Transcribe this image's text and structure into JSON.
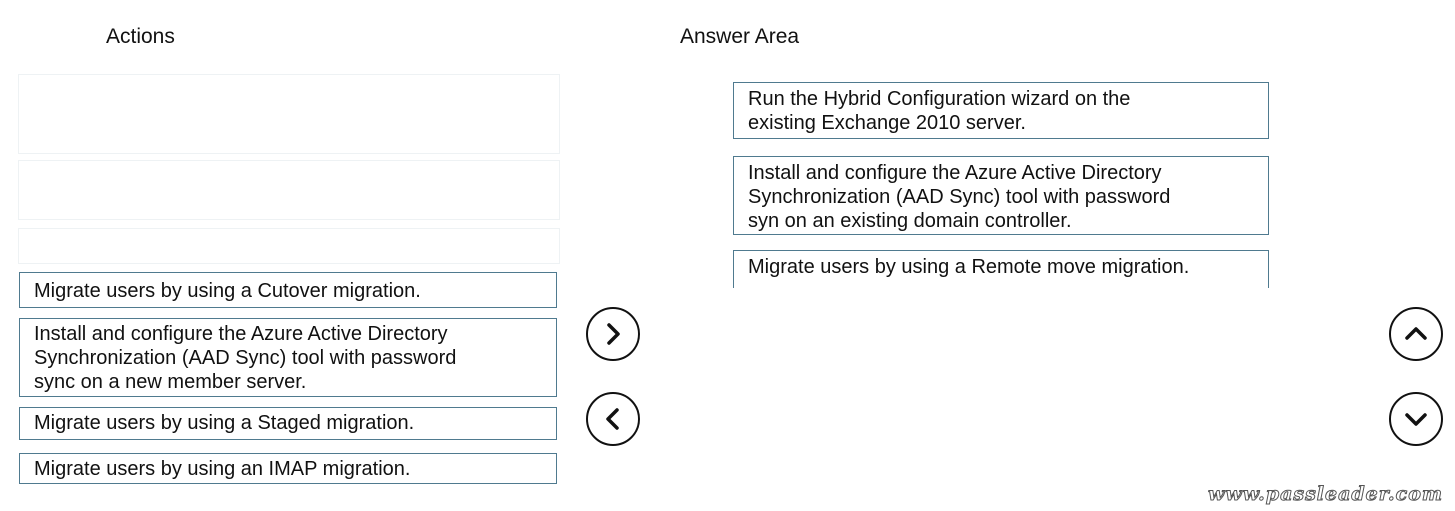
{
  "actions": {
    "heading": "Actions",
    "items": [
      {
        "lines": [
          "Migrate users by using a Cutover migration."
        ]
      },
      {
        "lines": [
          "Install and configure the Azure Active Directory",
          "Synchronization (AAD Sync) tool with password",
          "sync on a new member server."
        ]
      },
      {
        "lines": [
          "Migrate users by using a Staged migration."
        ]
      },
      {
        "lines": [
          "Migrate users by using an IMAP migration."
        ]
      }
    ]
  },
  "answer_area": {
    "heading": "Answer Area",
    "items": [
      {
        "lines": [
          "Run the Hybrid Configuration wizard on the",
          "existing Exchange 2010 server."
        ]
      },
      {
        "lines": [
          "Install and configure the Azure Active Directory",
          "Synchronization (AAD Sync) tool with password",
          "syn on an existing domain controller."
        ]
      },
      {
        "lines": [
          "Migrate users by using a Remote move migration."
        ]
      }
    ]
  },
  "controls": {
    "move_right_icon": "chevron-right-icon",
    "move_left_icon": "chevron-left-icon",
    "move_up_icon": "chevron-up-icon",
    "move_down_icon": "chevron-down-icon"
  },
  "watermark": "www.passleader.com",
  "colors": {
    "box_border": "#4f7a8f",
    "text": "#111111",
    "background": "#ffffff"
  }
}
